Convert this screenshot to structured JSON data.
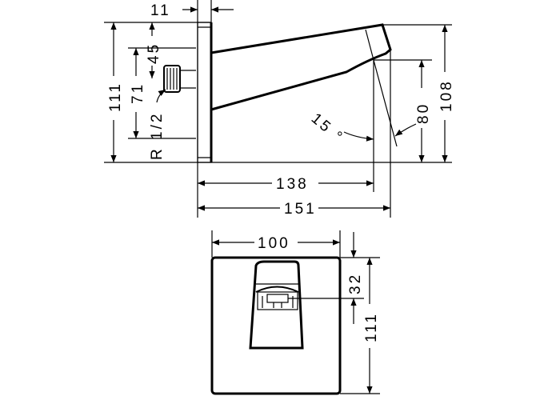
{
  "drawing": {
    "side_view": {
      "dim_wall_plate": "11",
      "dim_total_height": "111",
      "dim_upper_offset": "45",
      "dim_fitting_span": "71",
      "thread_label": "R 1/2",
      "dim_spout_angle": "15 °",
      "dim_outlet_height": "80",
      "dim_spout_height": "108",
      "dim_projection_outlet": "138",
      "dim_projection_total": "151"
    },
    "front_view": {
      "dim_width": "100",
      "dim_outlet_offset": "32",
      "dim_height": "111"
    }
  }
}
